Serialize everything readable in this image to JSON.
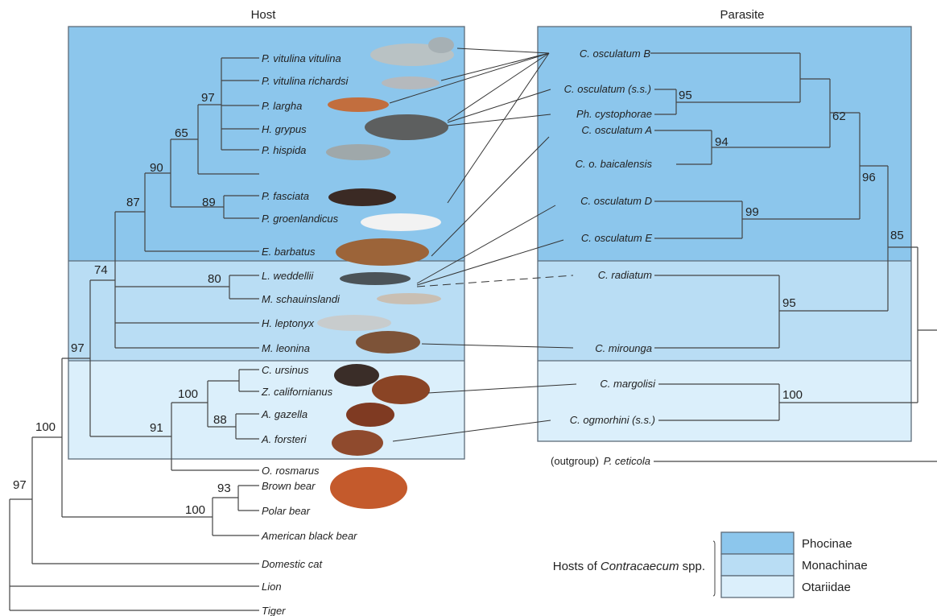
{
  "headers": {
    "host": "Host",
    "parasite": "Parasite"
  },
  "colors": {
    "phocinae": "#8cc6ec",
    "monachinae": "#b9ddf4",
    "otariidae": "#dbeffb",
    "frame": "#5d6b78"
  },
  "host_taxa": {
    "vitulina_vitulina": "P. vitulina vitulina",
    "vitulina_richardsi": "P. vitulina richardsi",
    "largha": "P. largha",
    "grypus": "H. grypus",
    "hispida": "P. hispida",
    "fasciata": "P. fasciata",
    "groenlandicus": "P. groenlandicus",
    "barbatus": "E. barbatus",
    "weddellii": "L. weddellii",
    "schauinslandi": "M. schauinslandi",
    "leptonyx": "H. leptonyx",
    "leonina": "M. leonina",
    "ursinus": "C. ursinus",
    "californianus": "Z.  californianus",
    "gazella": "A. gazella",
    "forsteri": "A. forsteri",
    "rosmarus": "O. rosmarus",
    "brown_bear": "Brown bear",
    "polar_bear": "Polar bear",
    "black_bear": "American black bear",
    "cat": "Domestic cat",
    "lion": "Lion",
    "tiger": "Tiger"
  },
  "host_bootstrap": {
    "b97a": "97",
    "b65": "65",
    "b90": "90",
    "b89": "89",
    "b87": "87",
    "b80": "80",
    "b74": "74",
    "b97b": "97",
    "b100a": "100",
    "b88": "88",
    "b91": "91",
    "b100b": "100",
    "b93": "93",
    "b100c": "100",
    "b97c": "97"
  },
  "parasite_taxa": {
    "osc_B": "C. osculatum B",
    "osc_ss": "C. osculatum (s.s.)",
    "cystophorae": "Ph. cystophorae",
    "osc_A": "C. osculatum A",
    "baicalensis": "C. o. baicalensis",
    "osc_D": "C. osculatum D",
    "osc_E": "C. osculatum E",
    "radiatum": "C. radiatum",
    "mirounga": "C. mirounga",
    "margolisi": "C. margolisi",
    "ogmorhini": "C. ogmorhini (s.s.)",
    "outgroup_prefix": "(outgroup)",
    "outgroup": "P. ceticola"
  },
  "parasite_bootstrap": {
    "b95a": "95",
    "b62": "62",
    "b94": "94",
    "b96": "96",
    "b99": "99",
    "b85": "85",
    "b95b": "95",
    "b100": "100"
  },
  "legend": {
    "label_prefix": "Hosts of ",
    "label_genus": "Contracaecum",
    "label_suffix": " spp.",
    "items": [
      "Phocinae",
      "Monachinae",
      "Otariidae"
    ]
  }
}
